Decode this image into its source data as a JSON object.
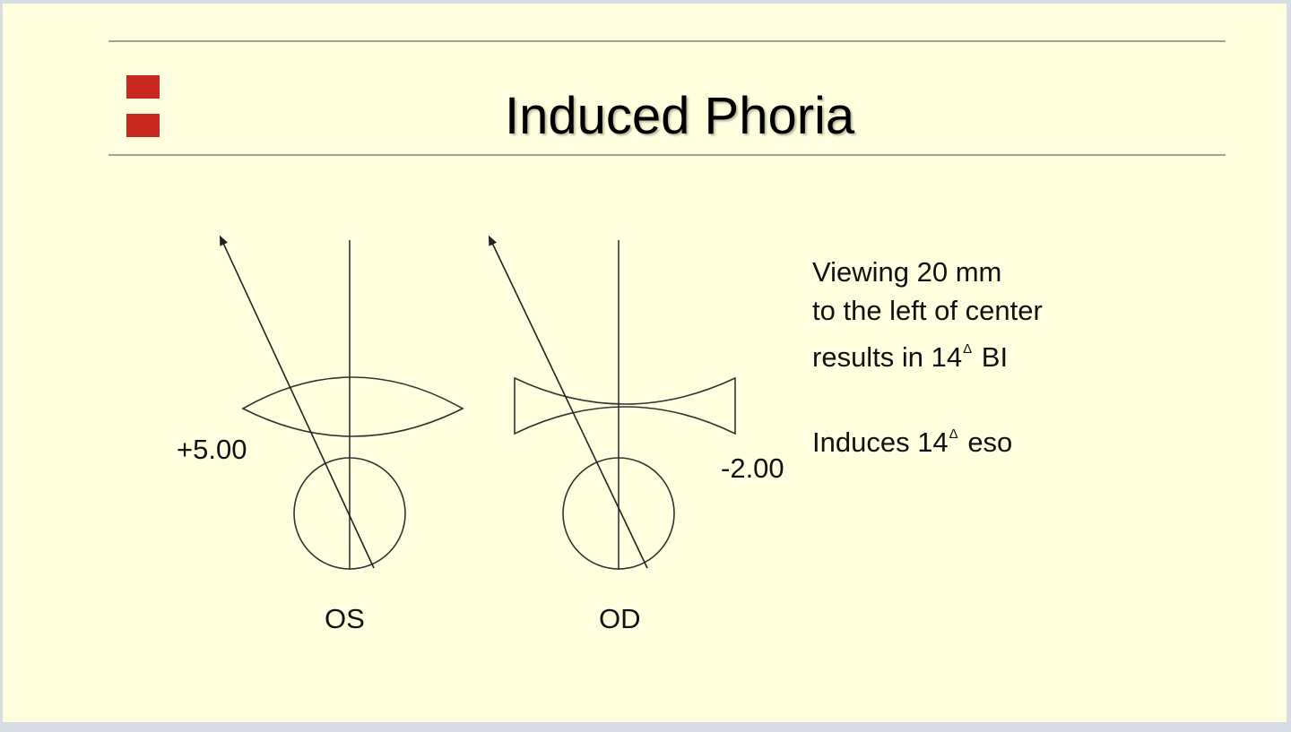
{
  "slide": {
    "title": "Induced Phoria",
    "accent_color": "#c8281e",
    "background_color": "#ffffe0"
  },
  "diagram": {
    "left_eye": {
      "label": "OS",
      "lens_power": "+5.00",
      "lens_type": "convex"
    },
    "right_eye": {
      "label": "OD",
      "lens_power": "-2.00",
      "lens_type": "concave"
    }
  },
  "notes": {
    "line1": "Viewing 20 mm",
    "line2": "to the left of center",
    "line3_prefix": "results in 14",
    "line3_symbol": "Δ",
    "line3_suffix": " BI",
    "line4_prefix": "Induces 14",
    "line4_symbol": "Δ",
    "line4_suffix": " eso"
  }
}
